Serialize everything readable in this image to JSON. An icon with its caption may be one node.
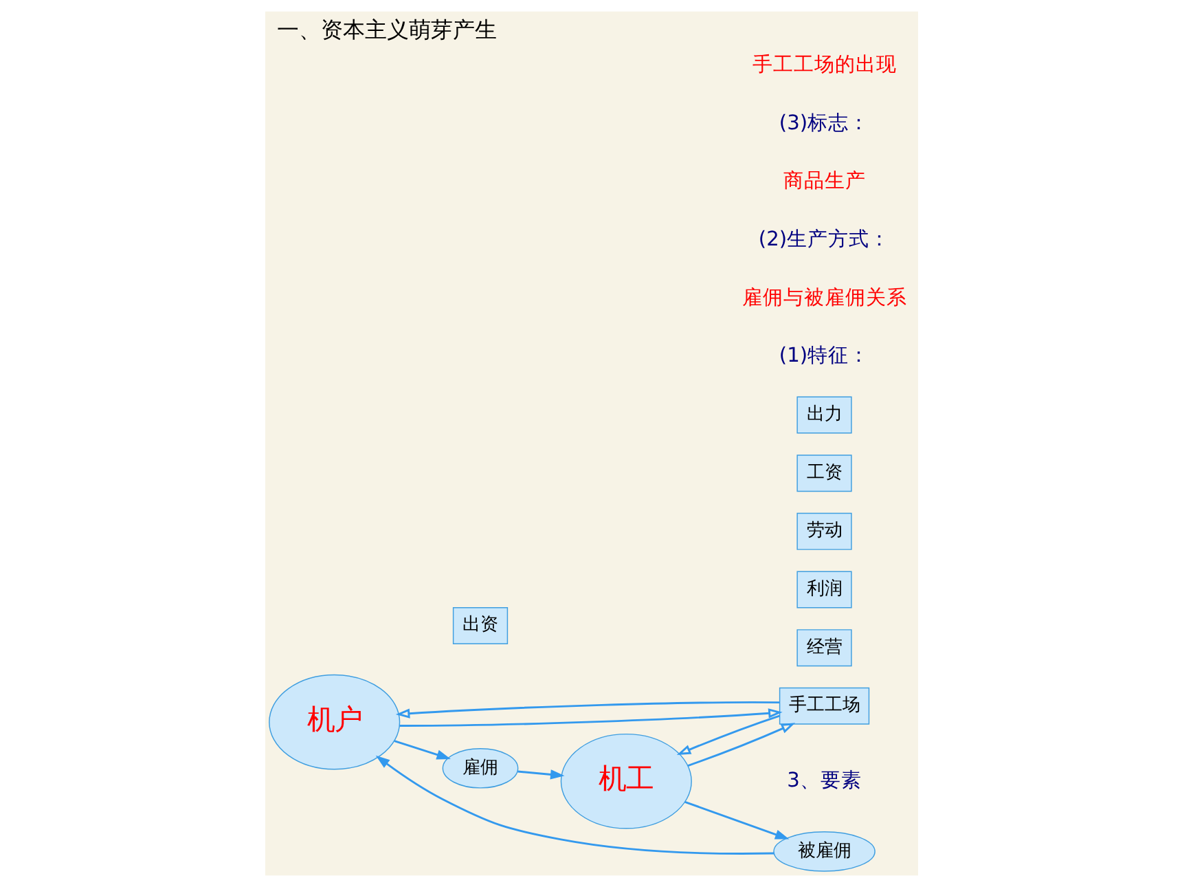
{
  "diagram": {
    "title": "一、资本主义萌芽产生",
    "nodes": [
      {
        "text": [
          "机户"
        ]
      },
      {
        "text": [
          "雇佣"
        ]
      },
      {
        "text": [
          "机工"
        ]
      },
      {
        "text": [
          "被雇佣"
        ]
      },
      {
        "text": [
          "手工工场"
        ]
      },
      {
        "text": [
          "出资"
        ]
      },
      {
        "text": [
          "经营"
        ]
      },
      {
        "text": [
          "利润"
        ]
      },
      {
        "text": [
          "劳动"
        ]
      },
      {
        "text": [
          "工资"
        ]
      },
      {
        "text": [
          "出力"
        ]
      }
    ],
    "edges": [
      {
        "from": 0,
        "to": 1,
        "arrow": "to"
      },
      {
        "from": 1,
        "to": 2,
        "arrow": "to"
      },
      {
        "from": 2,
        "to": 3,
        "arrow": "to"
      },
      {
        "from": 3,
        "to": 0,
        "arrow": "to"
      },
      {
        "from": 0,
        "to": 4,
        "arrow": "to"
      },
      {
        "from": 4,
        "to": 0,
        "arrow": "to"
      },
      {
        "from": 2,
        "to": 4,
        "arrow": "to"
      },
      {
        "from": 4,
        "to": 2,
        "arrow": "to"
      }
    ],
    "labels": [
      "3、要素",
      "(1)特征：",
      "雇佣与被雇佣关系",
      "(2)生产方式：",
      "商品生产",
      "(3)标志：",
      "手工工场的出现"
    ]
  }
}
